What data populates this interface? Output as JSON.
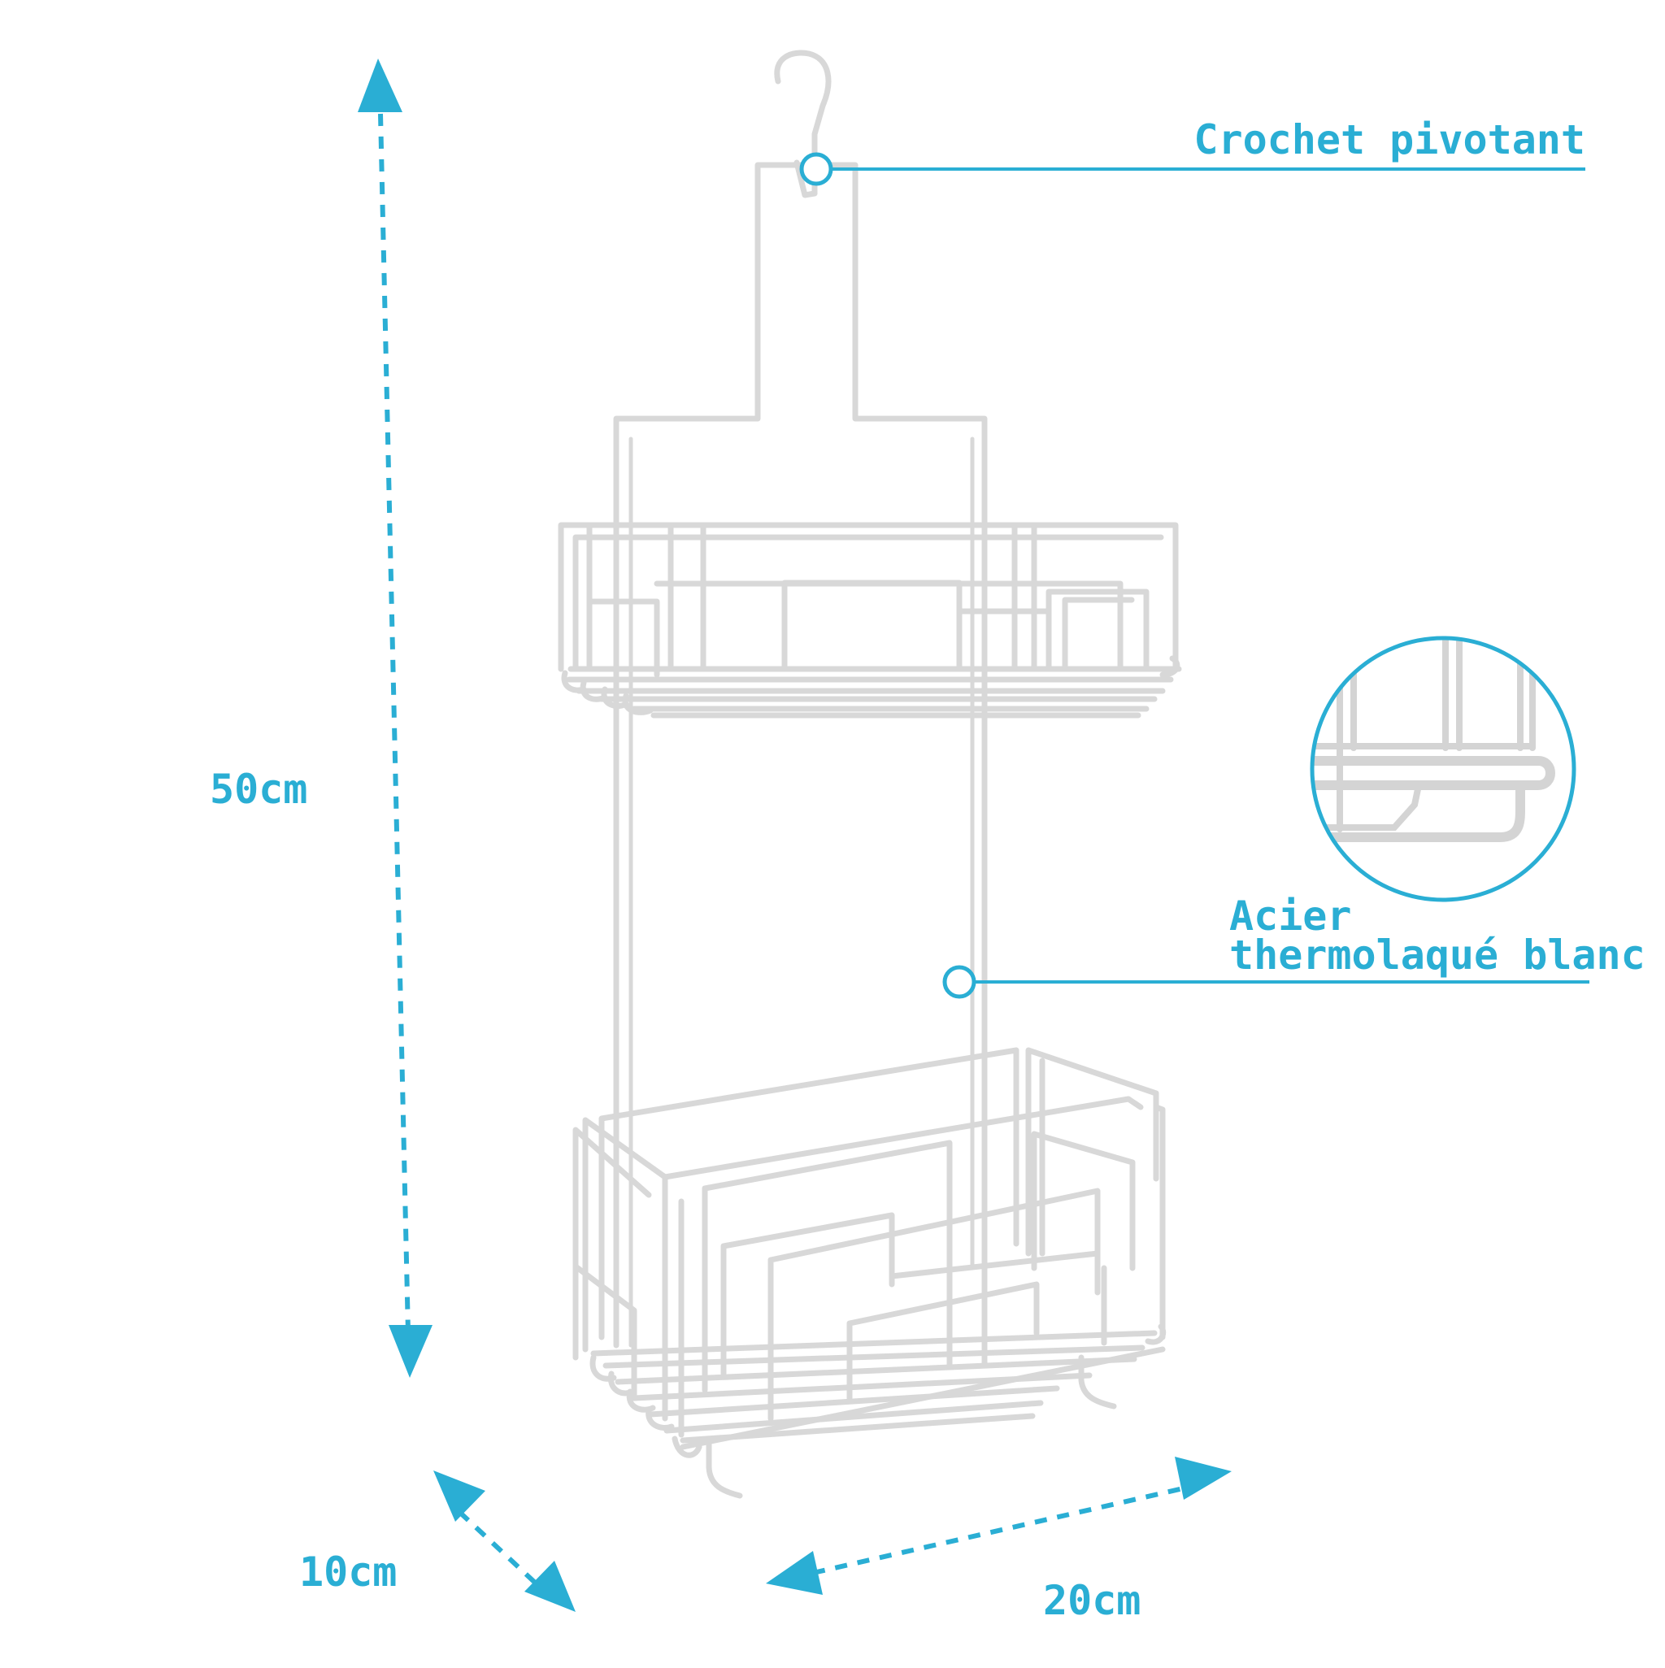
{
  "accent_color": "#2aaed4",
  "wire_color": "#dcdcdc",
  "product": "shower-caddy-two-tier",
  "dimensions": {
    "height": "50cm",
    "depth": "10cm",
    "width": "20cm"
  },
  "callouts": {
    "hook": "Crochet pivotant",
    "material_line1": "Acier",
    "material_line2": "thermolaqué blanc"
  },
  "icons": [
    "hook-callout-marker",
    "material-callout-marker",
    "detail-zoom-circle",
    "dimension-arrow"
  ]
}
